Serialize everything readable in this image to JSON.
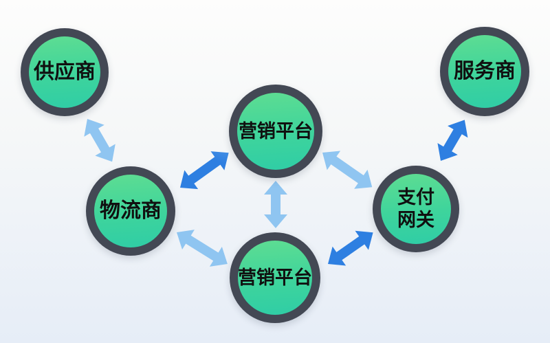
{
  "diagram": {
    "background": {
      "top": "#fdfdfc",
      "bottom": "#e6edf7"
    },
    "node_style": {
      "ring_color": "#434854",
      "fill_top": "#5edd92",
      "fill_bottom": "#2fcda6",
      "label_color": "#101010"
    },
    "arrow_style": {
      "light": "#8fc5f1",
      "dark": "#2e7fe1",
      "type": "double-headed"
    },
    "nodes": [
      {
        "id": "supplier",
        "label": "供应商"
      },
      {
        "id": "service-provider",
        "label": "服务商"
      },
      {
        "id": "marketing-platform-top",
        "label": "营销平台"
      },
      {
        "id": "logistics-provider",
        "label": "物流商"
      },
      {
        "id": "payment-gateway",
        "label": "支付\n网关"
      },
      {
        "id": "marketing-platform-bottom",
        "label": "营销平台"
      }
    ],
    "connections": [
      {
        "from": "supplier",
        "to": "logistics-provider",
        "bidirectional": true
      },
      {
        "from": "logistics-provider",
        "to": "marketing-platform-top",
        "bidirectional": true
      },
      {
        "from": "marketing-platform-top",
        "to": "marketing-platform-bottom",
        "bidirectional": true
      },
      {
        "from": "logistics-provider",
        "to": "marketing-platform-bottom",
        "bidirectional": true
      },
      {
        "from": "marketing-platform-top",
        "to": "payment-gateway",
        "bidirectional": true
      },
      {
        "from": "marketing-platform-bottom",
        "to": "payment-gateway",
        "bidirectional": true
      },
      {
        "from": "payment-gateway",
        "to": "service-provider",
        "bidirectional": true
      }
    ]
  }
}
